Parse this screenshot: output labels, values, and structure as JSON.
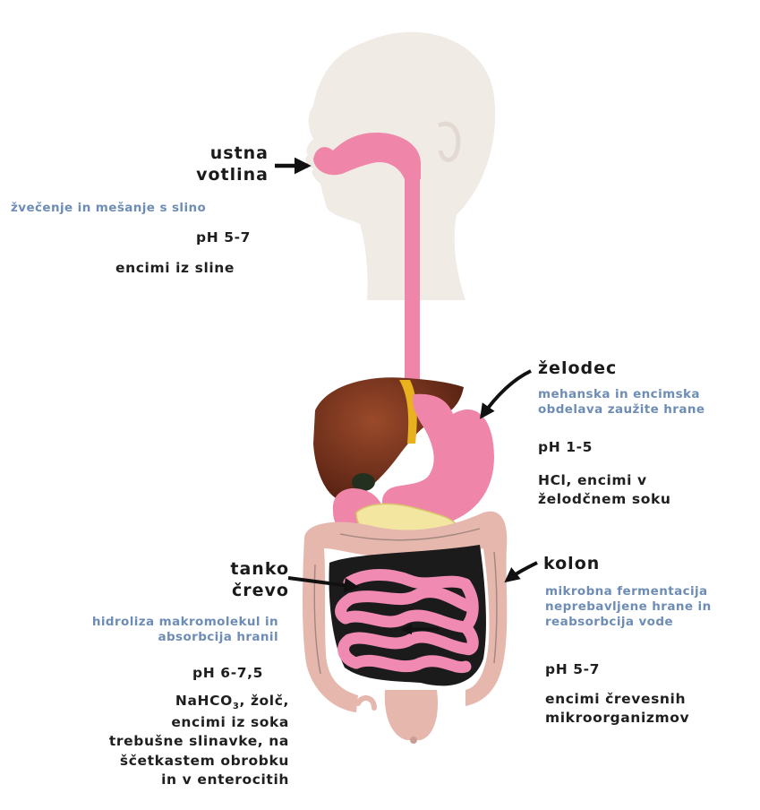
{
  "mouth": {
    "name_lines": [
      "ustna",
      "votlina"
    ],
    "description": "žvečenje in mešanje s slino",
    "ph": "pH 5-7",
    "enzymes": "encimi iz sline"
  },
  "stomach": {
    "name": "želodec",
    "description_lines": [
      "mehanska in encimska",
      "obdelava zaužite hrane"
    ],
    "ph": "pH 1-5",
    "enzymes_lines": [
      "HCl, encimi v",
      "želodčnem soku"
    ]
  },
  "small_intestine": {
    "name_lines": [
      "tanko",
      "črevo"
    ],
    "description_lines": [
      "hidroliza makromolekul in",
      "absorbcija hranil"
    ],
    "ph": "pH 6-7,5",
    "enzymes_first_line": {
      "prefix": "NaHCO",
      "subscript": "3",
      "suffix": ", žolč,"
    },
    "enzymes_lines": [
      "encimi iz soka",
      "trebušne slinavke, na",
      "ščetkastem obrobku",
      "in v enterocitih"
    ]
  },
  "colon": {
    "name": "kolon",
    "description_lines": [
      "mikrobna fermentacija",
      "neprebavljene hrane in",
      "reabsorbcija vode"
    ],
    "ph": "pH 5-7",
    "enzymes_lines": [
      "encimi črevesnih",
      "mikroorganizmov"
    ]
  },
  "colors": {
    "head": "#f1ebe6",
    "esophagus": "#ef86a9",
    "liver": "#7a2f1c",
    "gallbladder_band": "#e8b21f",
    "pancreas": "#f2e6a0",
    "colon": "#e5b7ad",
    "small_intestine": "#f08ab3",
    "cavity": "#1c1b1b",
    "description_text": "#6e8db6",
    "label_text": "#1a1a1a"
  }
}
